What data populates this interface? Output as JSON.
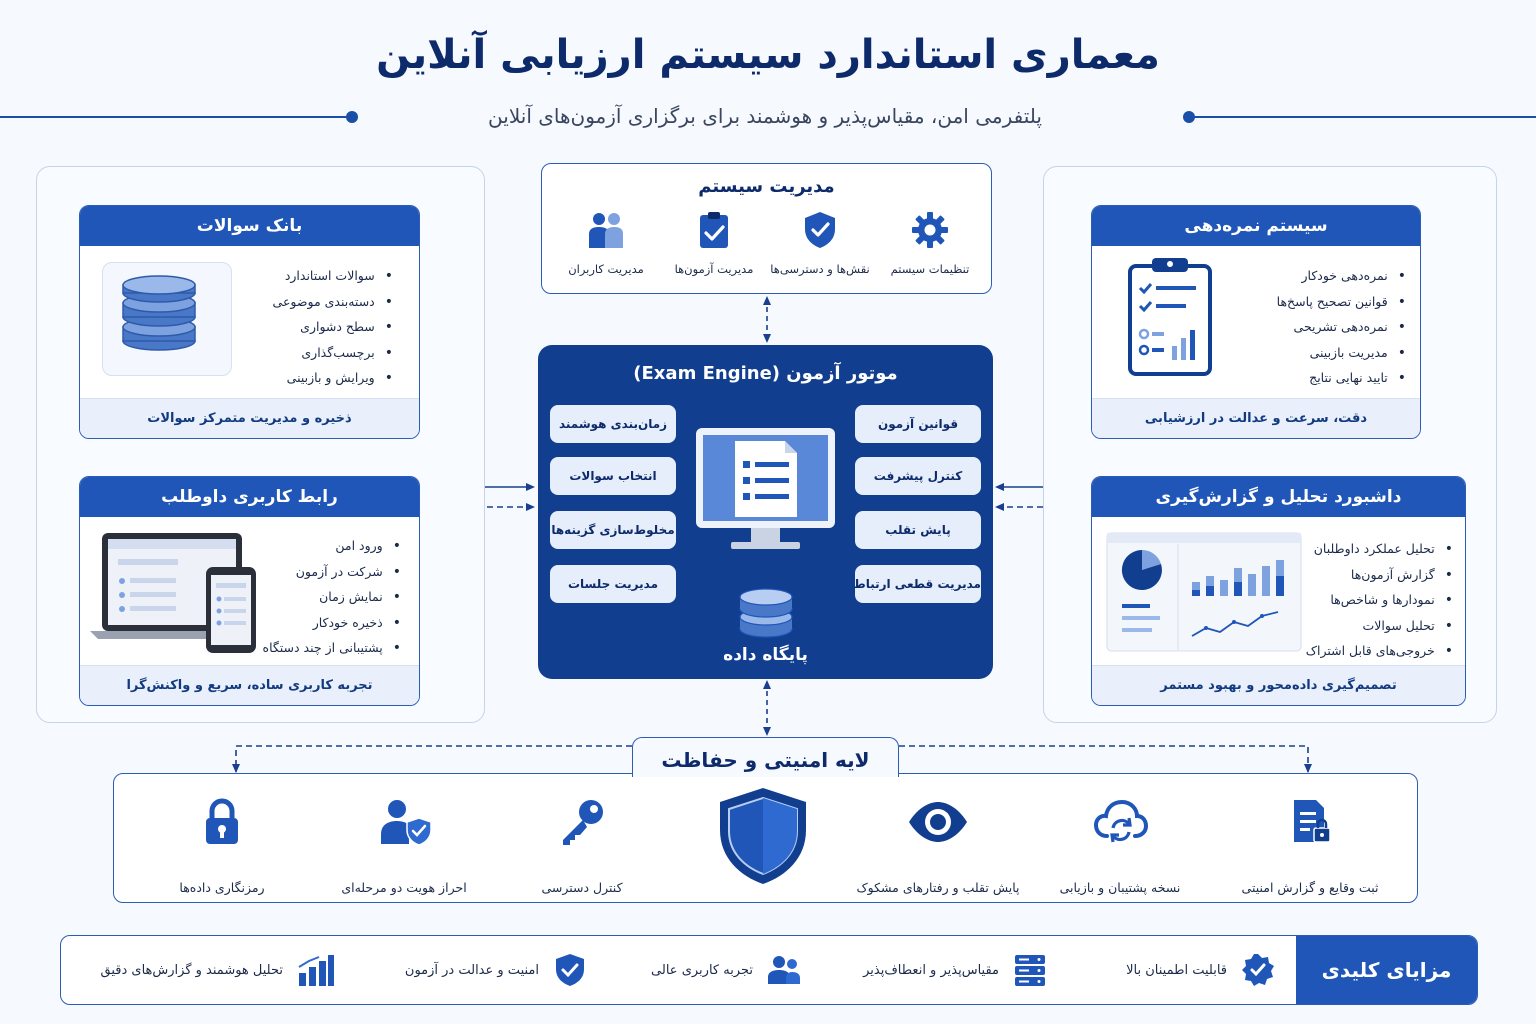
{
  "header": {
    "title": "معماری استاندارد سیستم ارزیابی آنلاین",
    "subtitle": "پلتفرمی امن، مقیاس‌پذیر و هوشمند برای برگزاری آزمون‌های آنلاین"
  },
  "question_bank": {
    "title": "بانک سوالات",
    "items": [
      "سوالات استاندارد",
      "دسته‌بندی موضوعی",
      "سطح دشواری",
      "برچسب‌گذاری",
      "ویرایش و بازبینی"
    ],
    "footer": "ذخیره و مدیریت متمرکز سوالات",
    "icon": "database-stack-icon"
  },
  "candidate_ui": {
    "title": "رابط کاربری داوطلب",
    "items": [
      "ورود امن",
      "شرکت در آزمون",
      "نمایش زمان",
      "ذخیره خودکار",
      "پشتیبانی از چند دستگاه"
    ],
    "footer": "تجربه کاربری ساده، سریع و واکنش‌گرا",
    "icon": "laptop-phone-icon"
  },
  "system_management": {
    "title": "مدیریت سیستم",
    "items": [
      {
        "label": "تنظیمات سیستم",
        "icon": "gear-icon"
      },
      {
        "label": "نقش‌ها و دسترسی‌ها",
        "icon": "shield-check-icon"
      },
      {
        "label": "مدیریت آزمون‌ها",
        "icon": "clipboard-check-icon"
      },
      {
        "label": "مدیریت کاربران",
        "icon": "users-icon"
      }
    ]
  },
  "engine": {
    "title": "موتور آزمون (Exam Engine)",
    "right_items": [
      "قوانین آزمون",
      "کنترل پیشرفت",
      "پایش تقلب",
      "مدیریت قطعی ارتباط"
    ],
    "left_items": [
      "زمان‌بندی هوشمند",
      "انتخاب سوالات",
      "مخلوط‌سازی گزینه‌ها",
      "مدیریت جلسات"
    ],
    "database_label": "پایگاه داده",
    "icons": [
      "monitor-document-icon",
      "database-icon"
    ]
  },
  "scoring": {
    "title": "سیستم نمره‌دهی",
    "items": [
      "نمره‌دهی خودکار",
      "قوانین تصحیح پاسخ‌ها",
      "نمره‌دهی تشریحی",
      "مدیریت بازبینی",
      "تایید نهایی نتایج"
    ],
    "footer": "دقت، سرعت و عدالت در ارزشیابی",
    "icon": "clipboard-chart-icon"
  },
  "dashboard": {
    "title": "داشبورد تحلیل و گزارش‌گیری",
    "items": [
      "تحلیل عملکرد داوطلبان",
      "گزارش آزمون‌ها",
      "نمودارها و شاخص‌ها",
      "تحلیل سوالات",
      "خروجی‌های قابل اشتراک"
    ],
    "footer": "تصمیم‌گیری داده‌محور و بهبود مستمر",
    "icon": "dashboard-charts-icon"
  },
  "security": {
    "title": "لایه امنیتی و حفاظت",
    "items": [
      {
        "label": "ثبت وقایع و گزارش امنیتی",
        "icon": "secure-log-icon"
      },
      {
        "label": "نسخه پشتیبان و بازیابی",
        "icon": "cloud-backup-icon"
      },
      {
        "label": "پایش تقلب و رفتارهای مشکوک",
        "icon": "eye-icon"
      },
      {
        "label": "کنترل دسترسی",
        "icon": "key-icon"
      },
      {
        "label": "احراز هویت دو مرحله‌ای",
        "icon": "user-shield-icon"
      },
      {
        "label": "رمزنگاری داده‌ها",
        "icon": "lock-icon"
      }
    ],
    "center_icon": "shield-icon"
  },
  "advantages": {
    "title": "مزایای کلیدی",
    "items": [
      {
        "label": "قابلیت اطمینان بالا",
        "icon": "badge-check-icon"
      },
      {
        "label": "مقیاس‌پذیر و انعطاف‌پذیر",
        "icon": "server-icon"
      },
      {
        "label": "تجربه کاربری عالی",
        "icon": "users-icon"
      },
      {
        "label": "امنیت و عدالت در آزمون",
        "icon": "shield-check-icon"
      },
      {
        "label": "تحلیل هوشمند و گزارش‌های دقیق",
        "icon": "bar-chart-icon"
      }
    ]
  },
  "colors": {
    "primary": "#1f56b8",
    "engine": "#123e8f",
    "title": "#0d2a6b",
    "panel": "#e9f0fb"
  }
}
